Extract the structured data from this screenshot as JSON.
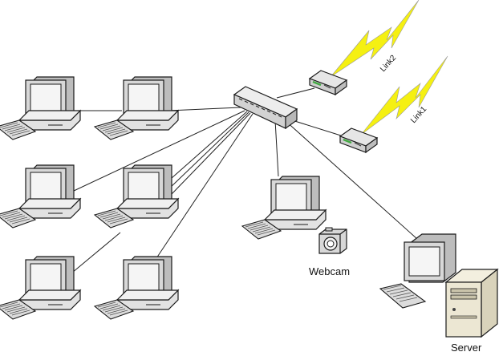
{
  "labels": {
    "link2": "Link2",
    "link1": "Link1",
    "webcam": "Webcam",
    "server": "Server"
  },
  "colors": {
    "case": "#e4e4e4",
    "monitor": "#d2d2d2",
    "screen": "#f4f4f4",
    "outline": "#1a1a1a",
    "lightning": "#f5f012",
    "line": "#222222",
    "modem_led": "#44aa44"
  },
  "icons": [
    "workstation-icon",
    "switch-icon",
    "modem-icon",
    "lightning-icon",
    "camera-icon",
    "server-icon"
  ]
}
